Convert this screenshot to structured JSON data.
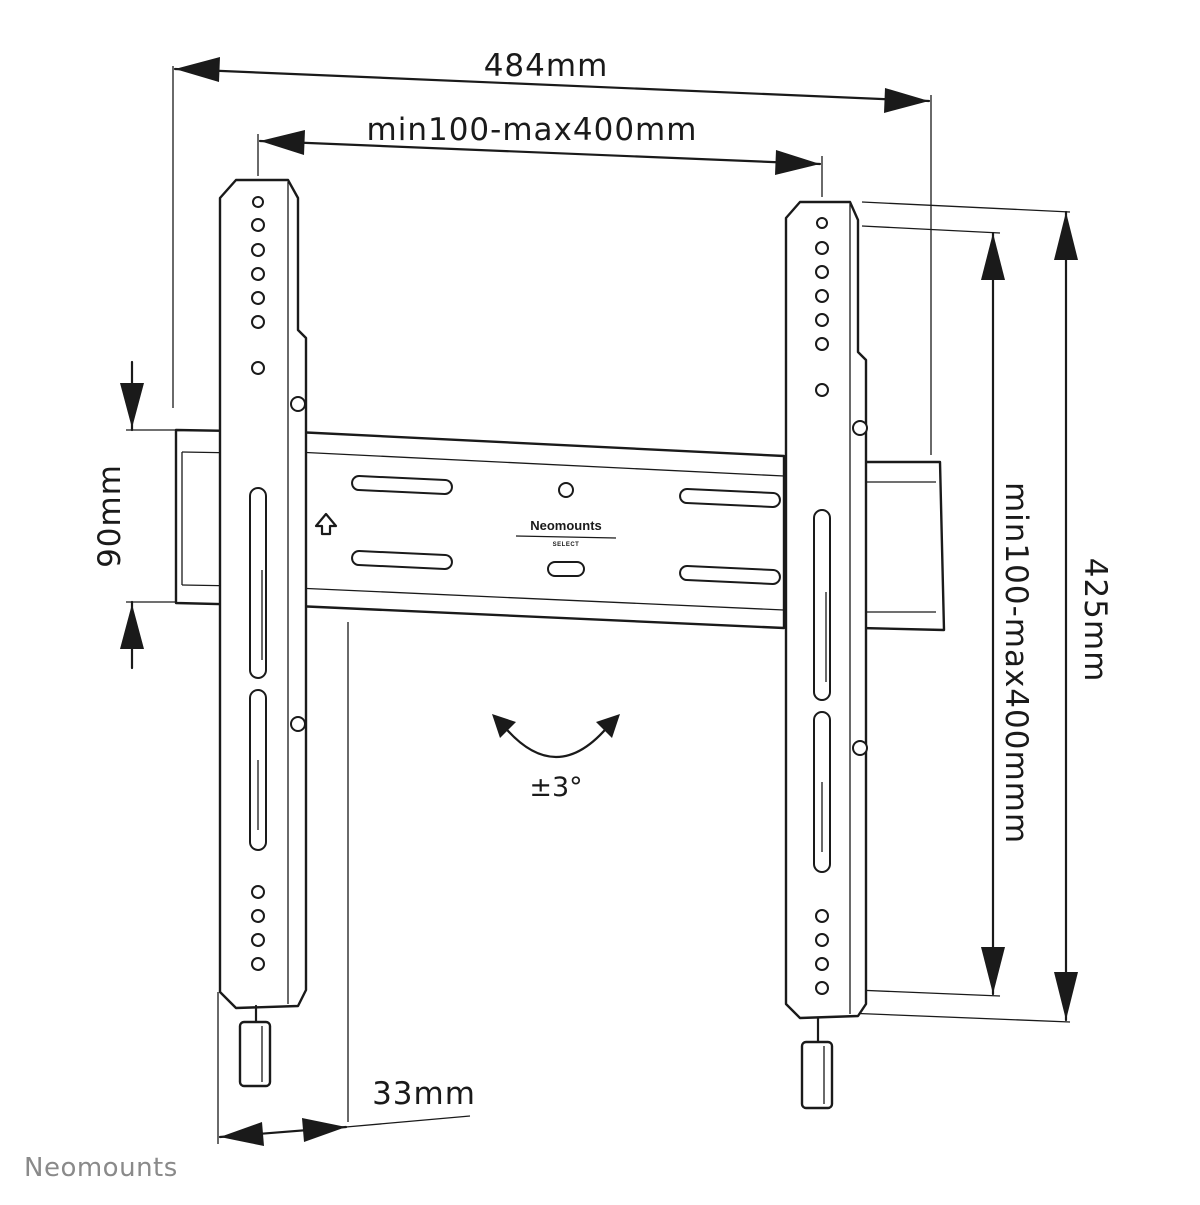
{
  "dimensions": {
    "overall_width": "484mm",
    "vesa_horizontal": "min100-max400mm",
    "rail_height": "90mm",
    "overall_height": "425mm",
    "vesa_vertical": "min100-max400mmm",
    "wall_distance": "33mm"
  },
  "tilt": {
    "label": "±3°"
  },
  "product_plate": {
    "brand": "Neomounts",
    "series": "SELECT"
  },
  "footer": {
    "logo_text": "Neomounts"
  }
}
